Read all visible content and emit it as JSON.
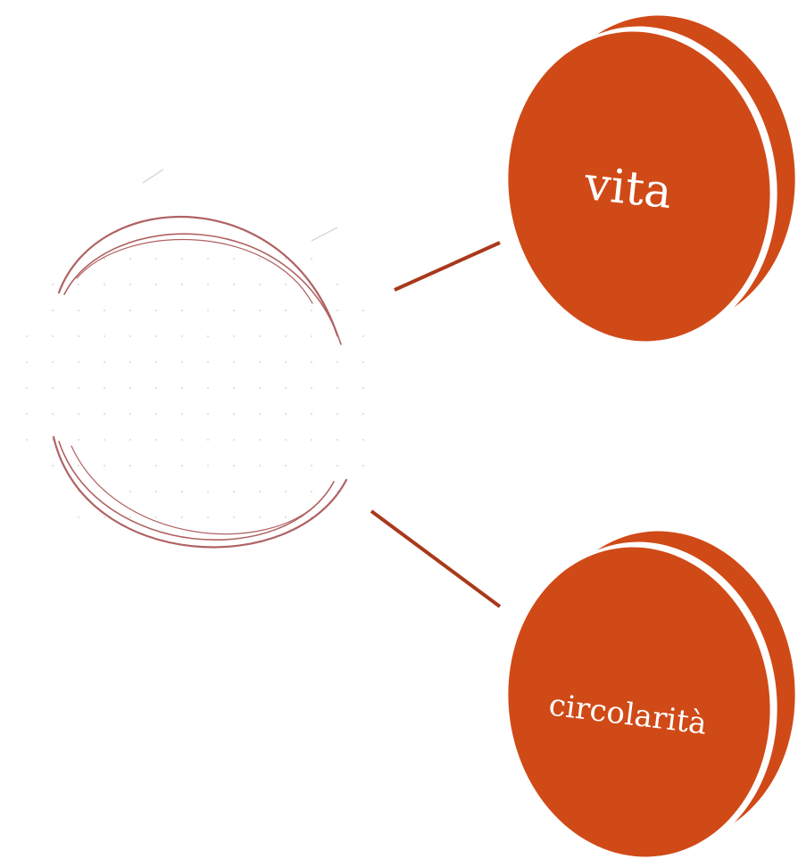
{
  "diagram": {
    "nodes": [
      {
        "id": "top",
        "label": "vita"
      },
      {
        "id": "bottom",
        "label": "circolarità"
      }
    ],
    "colors": {
      "disc": "#d04a17",
      "connector": "#a9391b",
      "sketch": "#b06262",
      "dots": "#d9d9d9"
    }
  }
}
